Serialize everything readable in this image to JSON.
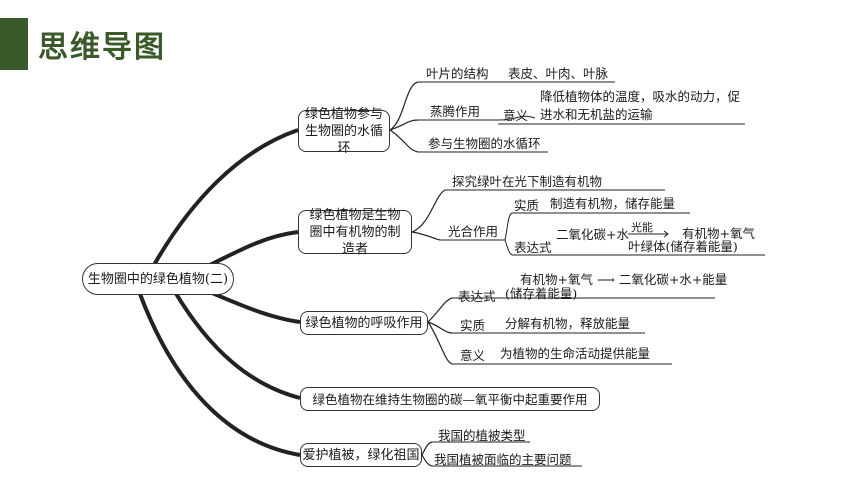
{
  "header": {
    "title": "思维导图"
  },
  "root": "生物圈中的绿色植物(二)",
  "branches": {
    "b1": {
      "label": "绿色植物参与生物圈的水循环",
      "leaf_struct": "叶片的结构",
      "leaf_struct_detail": "表皮、叶肉、叶脉",
      "transpiration": "蒸腾作用",
      "meaning": "意义",
      "meaning_line1": "降低植物体的温度，吸水的动力，促",
      "meaning_line2": "进水和无机盐的运输",
      "water_cycle": "参与生物圈的水循环"
    },
    "b2": {
      "label": "绿色植物是生物圈中有机物的制造者",
      "explore": "探究绿叶在光下制造有机物",
      "photosynthesis": "光合作用",
      "essence": "实质",
      "essence_detail": "制造有机物，储存能量",
      "formula": "表达式",
      "formula_left": "二氧化碳+水",
      "formula_top": "光能",
      "formula_bottom": "叶绿体(储存着能量)",
      "formula_right": "有机物+氧气"
    },
    "b3": {
      "label": "绿色植物的呼吸作用",
      "formula": "表达式",
      "formula_line1": "有机物+氧气 ⟶ 二氧化碳+水+能量",
      "formula_line2": "(储存着能量)",
      "essence": "实质",
      "essence_detail": "分解有机物，释放能量",
      "meaning": "意义",
      "meaning_detail": "为植物的生命活动提供能量"
    },
    "b4": {
      "label": "绿色植物在维持生物圈的碳—氧平衡中起重要作用"
    },
    "b5": {
      "label": "爱护植被，绿化祖国",
      "types": "我国的植被类型",
      "problems": "我国植被面临的主要问题"
    }
  }
}
